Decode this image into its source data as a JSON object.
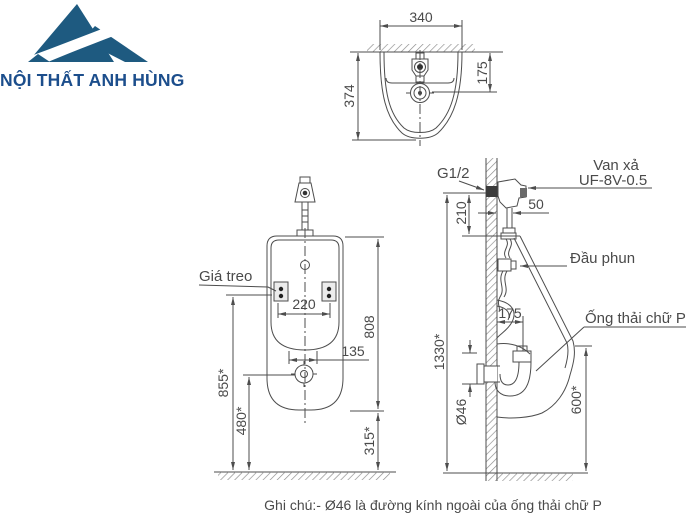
{
  "brand": {
    "name": "NỘI THẤT ANH HÙNG",
    "logo_color": "#1E5A80",
    "name_color": "#1C4E8C"
  },
  "drawing": {
    "line_color": "#4D4D4D",
    "text_color": "#4A4A4A"
  },
  "note": {
    "text": "Ghi chú:- Ø46 là đường kính ngoài của ống thải chữ P"
  },
  "top_view": {
    "dim_width": "340",
    "dim_depth": "374",
    "dim_drain_offset": "175"
  },
  "front_view": {
    "label_bracket": "Giá treo",
    "dim_bracket_span": "220",
    "dim_height": "808",
    "dim_drain_span": "135",
    "dim_bracket_floor": "855*",
    "dim_drain_floor": "480*",
    "dim_bottom_floor": "315*"
  },
  "side_view": {
    "label_inlet": "G1/2",
    "label_valve_line1": "Van xả",
    "label_valve_line2": "UF-8V-0.5",
    "label_spray": "Đầu phun",
    "label_trap": "Ống thải chữ P",
    "dim_inlet_drop": "210",
    "dim_valve_offset": "50",
    "dim_drain_offset": "175",
    "dim_inlet_floor": "1330*",
    "dim_lip_floor": "600*",
    "dim_pipe_od": "Ø46"
  }
}
